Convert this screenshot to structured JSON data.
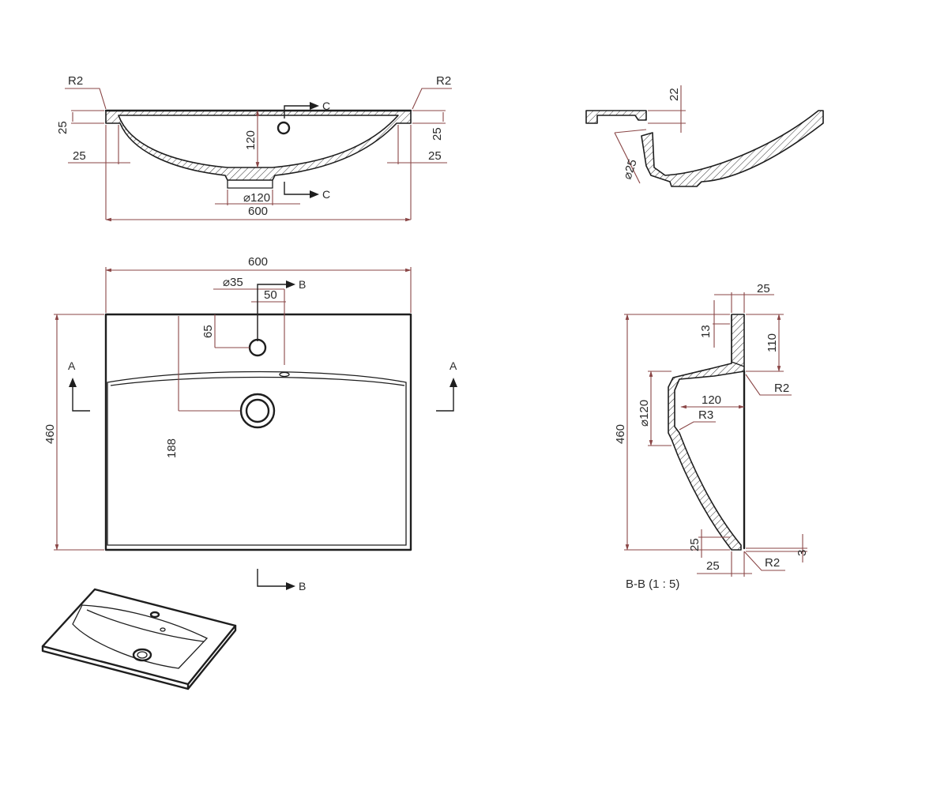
{
  "colors": {
    "outline": "#1e1e1e",
    "dimension": "#8a4646",
    "text": "#2a2a2a"
  },
  "front_section": {
    "r2_left": "R2",
    "r2_right": "R2",
    "rim_height_left": "25",
    "rim_height_right": "25",
    "rim_width_left": "25",
    "rim_width_right": "25",
    "bowl_depth": "120",
    "drain_diameter": "⌀120",
    "overall_width": "600",
    "cut_c_top": "C",
    "cut_c_bottom": "C"
  },
  "section_c": {
    "rim_height": "22",
    "overflow_diameter": "⌀25"
  },
  "top_view": {
    "overall_width": "600",
    "tap_hole_diameter": "⌀35",
    "tap_offset": "50",
    "tap_from_back": "65",
    "overall_depth": "460",
    "drain_from_back": "188",
    "cut_a_left": "A",
    "cut_a_right": "A",
    "cut_b_top": "B",
    "cut_b_bottom": "B"
  },
  "section_b": {
    "rim_width_top": "25",
    "rim_thickness_top": "13",
    "back_height": "110",
    "r2_upper": "R2",
    "drain_diameter": "⌀120",
    "drain_depth": "120",
    "r3": "R3",
    "overall_depth": "460",
    "front_height": "25",
    "front_width": "25",
    "r2_lower": "R2",
    "edge_offset": "3",
    "title": "B-B  (1 : 5)"
  }
}
